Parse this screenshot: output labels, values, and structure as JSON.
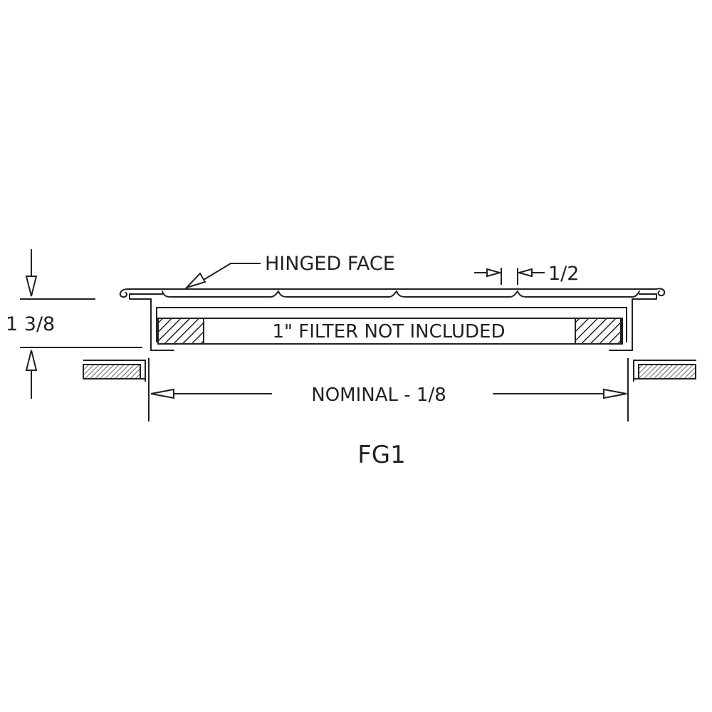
{
  "labels": {
    "hinged_face": "HINGED FACE",
    "gap": "1/2",
    "filter": "1\" FILTER NOT INCLUDED",
    "height": "1 3/8",
    "nominal": "NOMINAL - 1/8",
    "model": "FG1"
  },
  "colors": {
    "line": "#222222",
    "background": "#ffffff"
  }
}
